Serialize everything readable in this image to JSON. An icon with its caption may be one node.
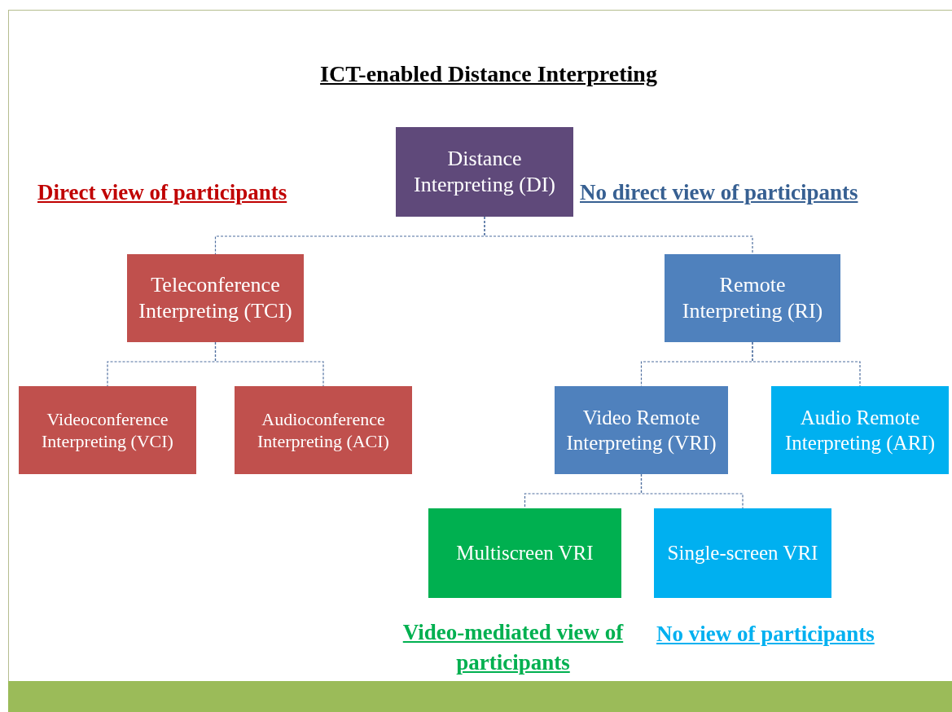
{
  "diagram": {
    "title": "ICT-enabled Distance Interpreting",
    "nodes": [
      {
        "text": [
          "Distance Interpreting (DI)"
        ]
      },
      {
        "text": [
          "Teleconference Interpreting (TCI)"
        ]
      },
      {
        "text": [
          "Remote Interpreting (RI)"
        ]
      },
      {
        "text": [
          "Videoconference Interpreting (VCI)"
        ]
      },
      {
        "text": [
          "Audioconference Interpreting (ACI)"
        ]
      },
      {
        "text": [
          "Video Remote Interpreting (VRI)"
        ]
      },
      {
        "text": [
          "Audio Remote Interpreting (ARI)"
        ]
      },
      {
        "text": [
          "Multiscreen VRI"
        ]
      },
      {
        "text": [
          "Single-screen VRI"
        ]
      }
    ],
    "edges": [
      {
        "from": 0,
        "to": 1,
        "arrow": "none",
        "style": "dashed"
      },
      {
        "from": 0,
        "to": 2,
        "arrow": "none",
        "style": "dashed"
      },
      {
        "from": 1,
        "to": 3,
        "arrow": "none",
        "style": "dashed"
      },
      {
        "from": 1,
        "to": 4,
        "arrow": "none",
        "style": "dashed"
      },
      {
        "from": 2,
        "to": 5,
        "arrow": "none",
        "style": "dashed"
      },
      {
        "from": 2,
        "to": 6,
        "arrow": "none",
        "style": "dashed"
      },
      {
        "from": 5,
        "to": 7,
        "arrow": "none",
        "style": "dashed"
      },
      {
        "from": 5,
        "to": 8,
        "arrow": "none",
        "style": "dashed"
      }
    ],
    "labels": [
      "Direct view of participants",
      "No direct view of participants",
      "Video-mediated view of participants",
      "No view of participants"
    ]
  }
}
